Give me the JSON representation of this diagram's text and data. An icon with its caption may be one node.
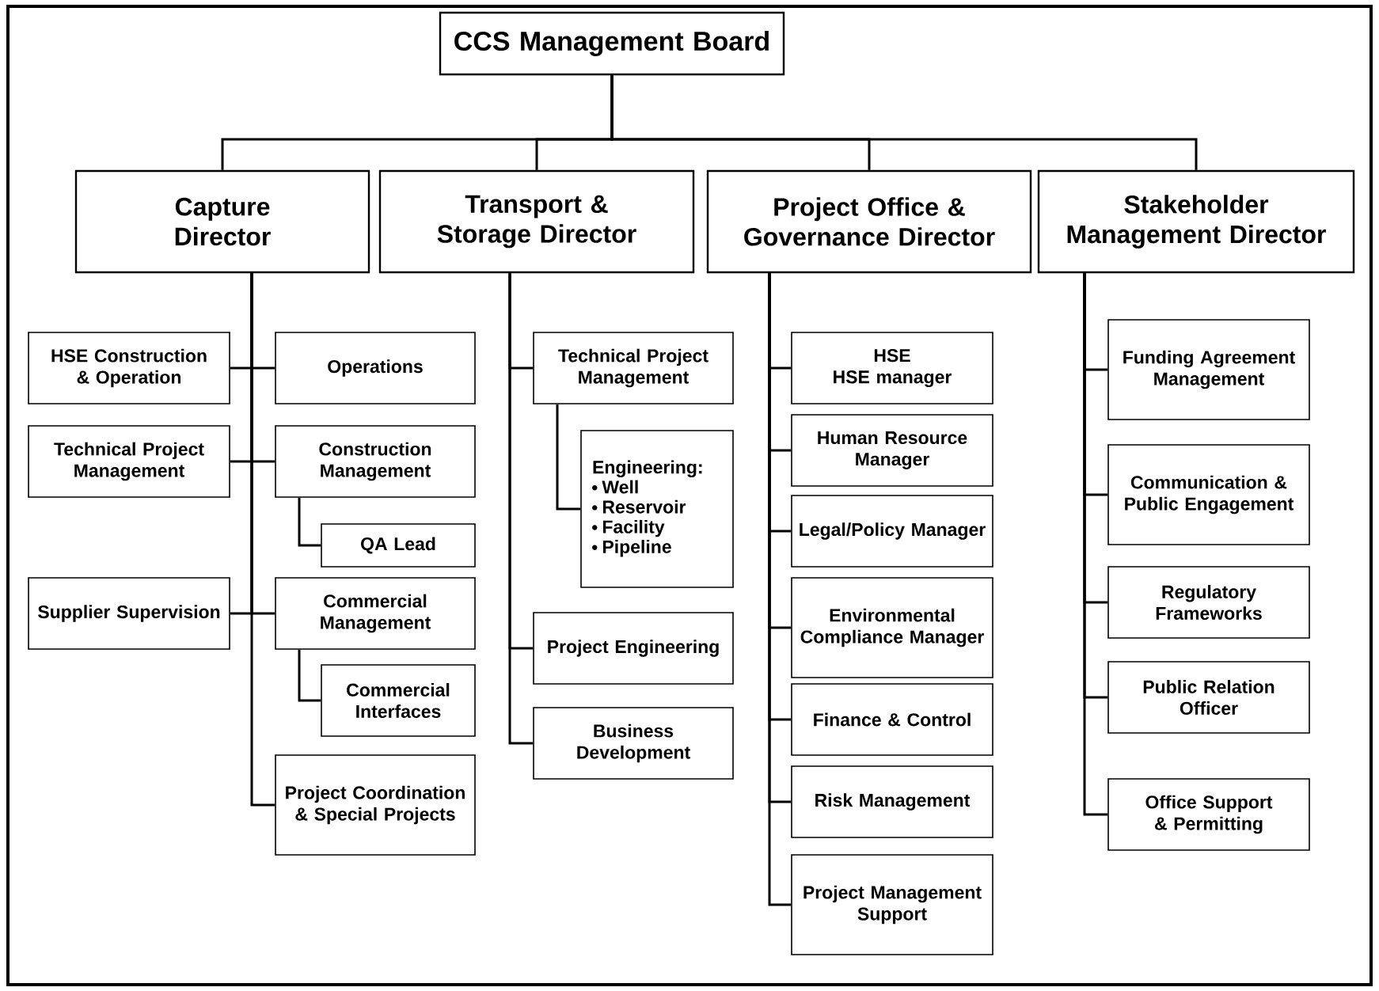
{
  "diagram": {
    "nodes": [
      {
        "text": [
          "CCS Management Board"
        ]
      },
      {
        "text": [
          "Capture Director"
        ]
      },
      {
        "text": [
          "HSE Construction & Operation"
        ]
      },
      {
        "text": [
          "Operations"
        ]
      },
      {
        "text": [
          "Technical Project Management"
        ]
      },
      {
        "text": [
          "Construction Management"
        ]
      },
      {
        "text": [
          "QA Lead"
        ]
      },
      {
        "text": [
          "Supplier Supervision"
        ]
      },
      {
        "text": [
          "Commercial Management"
        ]
      },
      {
        "text": [
          "Commercial Interfaces"
        ]
      },
      {
        "text": [
          "Project Coordination & Special Projects"
        ]
      },
      {
        "text": [
          "Transport & Storage Director"
        ]
      },
      {
        "text": [
          "Technical Project Management"
        ]
      },
      {
        "text": [
          "Engineering:",
          "Well",
          "Reservoir",
          "Facility",
          "Pipeline"
        ]
      },
      {
        "text": [
          "Project Engineering"
        ]
      },
      {
        "text": [
          "Business Development"
        ]
      },
      {
        "text": [
          "Project Office & Governance Director"
        ]
      },
      {
        "text": [
          "HSE",
          "HSE manager"
        ]
      },
      {
        "text": [
          "Human Resource Manager"
        ]
      },
      {
        "text": [
          "Legal/Policy Manager"
        ]
      },
      {
        "text": [
          "Environmental Compliance Manager"
        ]
      },
      {
        "text": [
          "Finance & Control"
        ]
      },
      {
        "text": [
          "Risk Management"
        ]
      },
      {
        "text": [
          "Project Management Support"
        ]
      },
      {
        "text": [
          "Stakeholder Management Director"
        ]
      },
      {
        "text": [
          "Funding Agreement Management"
        ]
      },
      {
        "text": [
          "Communication & Public Engagement"
        ]
      },
      {
        "text": [
          "Regulatory Frameworks"
        ]
      },
      {
        "text": [
          "Public Relation Officer"
        ]
      },
      {
        "text": [
          "Office Support & Permitting"
        ]
      }
    ],
    "edges": [
      {
        "from": 0,
        "to": 1,
        "arrow": "none"
      },
      {
        "from": 0,
        "to": 11,
        "arrow": "none"
      },
      {
        "from": 0,
        "to": 16,
        "arrow": "none"
      },
      {
        "from": 0,
        "to": 24,
        "arrow": "none"
      },
      {
        "from": 1,
        "to": 2,
        "arrow": "none"
      },
      {
        "from": 1,
        "to": 3,
        "arrow": "none"
      },
      {
        "from": 1,
        "to": 4,
        "arrow": "none"
      },
      {
        "from": 1,
        "to": 5,
        "arrow": "none"
      },
      {
        "from": 5,
        "to": 6,
        "arrow": "none"
      },
      {
        "from": 1,
        "to": 7,
        "arrow": "none"
      },
      {
        "from": 1,
        "to": 8,
        "arrow": "none"
      },
      {
        "from": 8,
        "to": 9,
        "arrow": "none"
      },
      {
        "from": 1,
        "to": 10,
        "arrow": "none"
      },
      {
        "from": 11,
        "to": 12,
        "arrow": "none"
      },
      {
        "from": 12,
        "to": 13,
        "arrow": "none"
      },
      {
        "from": 11,
        "to": 14,
        "arrow": "none"
      },
      {
        "from": 11,
        "to": 15,
        "arrow": "none"
      },
      {
        "from": 16,
        "to": 17,
        "arrow": "none"
      },
      {
        "from": 16,
        "to": 18,
        "arrow": "none"
      },
      {
        "from": 16,
        "to": 19,
        "arrow": "none"
      },
      {
        "from": 16,
        "to": 20,
        "arrow": "none"
      },
      {
        "from": 16,
        "to": 21,
        "arrow": "none"
      },
      {
        "from": 16,
        "to": 22,
        "arrow": "none"
      },
      {
        "from": 16,
        "to": 23,
        "arrow": "none"
      },
      {
        "from": 24,
        "to": 25,
        "arrow": "none"
      },
      {
        "from": 24,
        "to": 26,
        "arrow": "none"
      },
      {
        "from": 24,
        "to": 27,
        "arrow": "none"
      },
      {
        "from": 24,
        "to": 28,
        "arrow": "none"
      },
      {
        "from": 24,
        "to": 29,
        "arrow": "none"
      }
    ]
  }
}
